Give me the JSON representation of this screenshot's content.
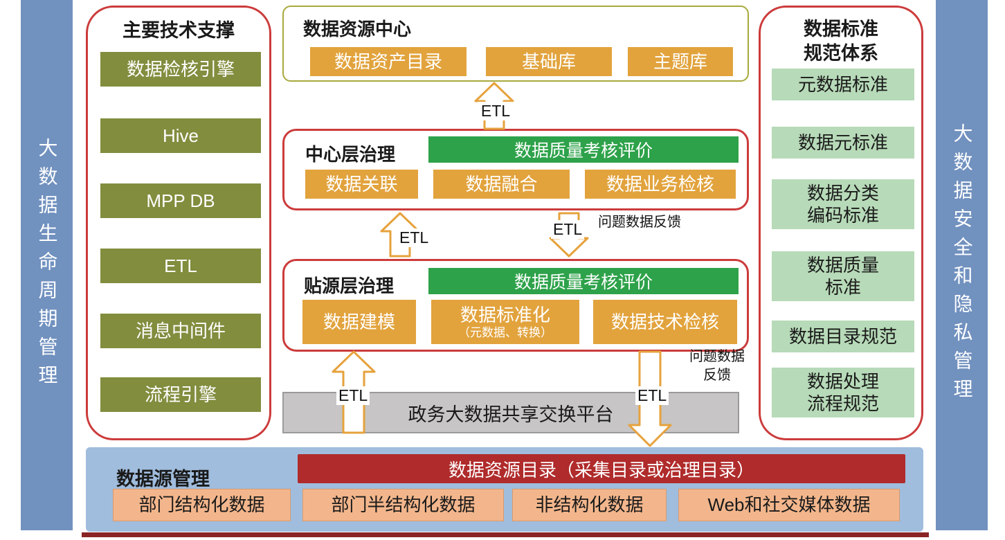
{
  "left_bar": {
    "label": "大数据生命周期管理"
  },
  "right_bar": {
    "label": "大数据安全和隐私管理"
  },
  "tech_panel": {
    "title": "主要技术支撑",
    "items": [
      "数据检核引擎",
      "Hive",
      "MPP DB",
      "ETL",
      "消息中间件",
      "流程引擎"
    ]
  },
  "standards_panel": {
    "title": "数据标准规范体系",
    "items": [
      "元数据标准",
      "数据元标准",
      "数据分类编码标准",
      "数据质量标准",
      "数据目录规范",
      "数据处理流程规范"
    ]
  },
  "resource_center": {
    "title": "数据资源中心",
    "items": [
      "数据资产目录",
      "基础库",
      "主题库"
    ]
  },
  "center_layer": {
    "title": "中心层治理",
    "quality_bar": "数据质量考核评价",
    "items": [
      "数据关联",
      "数据融合",
      "数据业务检核"
    ]
  },
  "source_layer": {
    "title": "贴源层治理",
    "quality_bar": "数据质量考核评价",
    "items": [
      "数据建模",
      "数据标准化",
      "数据技术检核"
    ],
    "item1_sub": "（元数据、转换）"
  },
  "exchange_platform": {
    "label": "政务大数据共享交换平台"
  },
  "source_panel": {
    "title": "数据源管理",
    "catalog_bar": "数据资源目录（采集目录或治理目录）",
    "items": [
      "部门结构化数据",
      "部门半结构化数据",
      "非结构化数据",
      "Web和社交媒体数据"
    ]
  },
  "labels": {
    "etl": "ETL",
    "feedback": "问题数据反馈",
    "feedback_line1": "问题数据",
    "feedback_line2": "反馈"
  },
  "colors": {
    "steel_blue": "#7191bf",
    "olive": "#828d3e",
    "orange": "#e2a33d",
    "green": "#2ea24a",
    "light_green": "#b7dab8",
    "dark_red": "#b02b2b",
    "salmon": "#f3b68c",
    "panel_blue": "#a0bddd",
    "border_red": "#cc3b3b"
  }
}
